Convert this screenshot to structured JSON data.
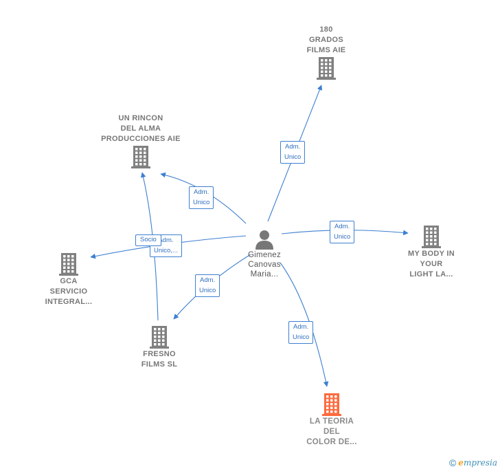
{
  "colors": {
    "edge": "#3d7fd0",
    "company_icon": "#808080",
    "primary_icon": "#ff6a3d",
    "person_icon": "#777777"
  },
  "center": {
    "label": "Gimenez\nCanovas\nMaria...",
    "icon": "person-icon"
  },
  "nodes": [
    {
      "id": "n180",
      "label": "180\nGRADOS\nFILMS AIE",
      "icon": "building-icon",
      "primary": false
    },
    {
      "id": "rincon",
      "label": "UN RINCON\nDEL ALMA\nPRODUCCIONES AIE",
      "icon": "building-icon",
      "primary": false
    },
    {
      "id": "mybody",
      "label": "MY BODY IN\nYOUR\nLIGHT LA...",
      "icon": "building-icon",
      "primary": false
    },
    {
      "id": "gca",
      "label": "GCA\nSERVICIO\nINTEGRAL...",
      "icon": "building-icon",
      "primary": false
    },
    {
      "id": "fresno",
      "label": "FRESNO\nFILMS  SL",
      "icon": "building-icon",
      "primary": false
    },
    {
      "id": "teoria",
      "label": "LA TEORIA\nDEL\nCOLOR DE...",
      "icon": "building-icon",
      "primary": true
    }
  ],
  "edges": [
    {
      "from": "center",
      "to": "n180",
      "label": "Adm.\nUnico"
    },
    {
      "from": "center",
      "to": "rincon",
      "label": "Adm.\nUnico"
    },
    {
      "from": "center",
      "to": "mybody",
      "label": "Adm.\nUnico"
    },
    {
      "from": "center",
      "to": "gca",
      "label": "Adm.\nUnico,..."
    },
    {
      "from": "center",
      "to": "fresno",
      "label": "Adm.\nUnico"
    },
    {
      "from": "center",
      "to": "teoria",
      "label": "Adm.\nUnico"
    },
    {
      "from": "fresno",
      "to": "rincon",
      "label": "Socio"
    }
  ],
  "footer": {
    "copyright": "©",
    "brand_first": "e",
    "brand_rest": "mpresia"
  }
}
